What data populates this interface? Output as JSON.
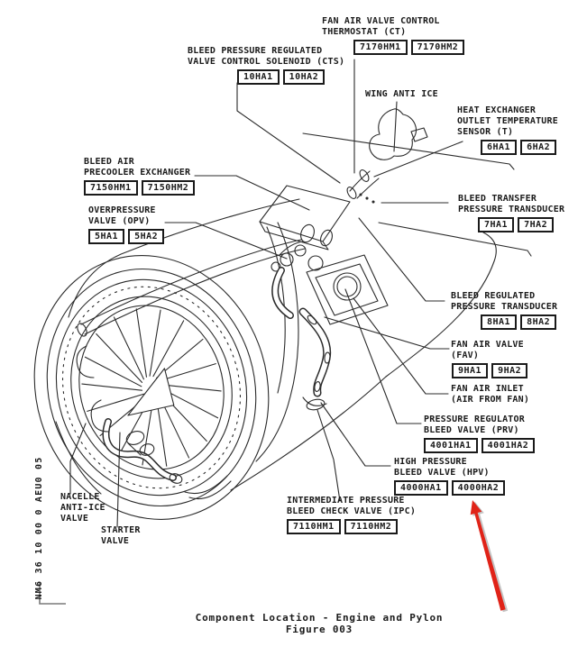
{
  "page": {
    "caption": [
      "Component Location - Engine and Pylon",
      "Figure 003"
    ],
    "side_code": "NM6 36 10 00 0 AEU0 05"
  },
  "labels": [
    {
      "name": "fan-air-valve-control-thermostat",
      "lines": [
        "FAN AIR VALVE CONTROL",
        "THERMOSTAT (CT)"
      ],
      "tags": [
        "7170HM1",
        "7170HM2"
      ]
    },
    {
      "name": "bleed-pressure-regulated-valve-control-solenoid",
      "lines": [
        "BLEED PRESSURE REGULATED",
        "VALVE CONTROL SOLENOID (CTS)"
      ],
      "tags": [
        "10HA1",
        "10HA2"
      ]
    },
    {
      "name": "wing-anti-ice",
      "lines": [
        "WING ANTI ICE"
      ]
    },
    {
      "name": "heat-exchanger-outlet-temperature-sensor",
      "lines": [
        "HEAT EXCHANGER",
        "OUTLET TEMPERATURE",
        "SENSOR (T)"
      ],
      "tags": [
        "6HA1",
        "6HA2"
      ]
    },
    {
      "name": "bleed-air-precooler-exchanger",
      "lines": [
        "BLEED AIR",
        "PRECOOLER EXCHANGER"
      ],
      "tags": [
        "7150HM1",
        "7150HM2"
      ]
    },
    {
      "name": "overpressure-valve",
      "lines": [
        "OVERPRESSURE",
        "VALVE (OPV)"
      ],
      "tags": [
        "5HA1",
        "5HA2"
      ]
    },
    {
      "name": "bleed-transfer-pressure-transducer",
      "lines": [
        "BLEED TRANSFER",
        "PRESSURE TRANSDUCER"
      ],
      "tags": [
        "7HA1",
        "7HA2"
      ]
    },
    {
      "name": "bleed-regulated-pressure-transducer",
      "lines": [
        "BLEED REGULATED",
        "PRESSURE TRANSDUCER"
      ],
      "tags": [
        "8HA1",
        "8HA2"
      ]
    },
    {
      "name": "fan-air-valve",
      "lines": [
        "FAN AIR VALVE",
        "(FAV)"
      ],
      "tags": [
        "9HA1",
        "9HA2"
      ]
    },
    {
      "name": "fan-air-inlet",
      "lines": [
        "FAN AIR INLET",
        "(AIR FROM FAN)"
      ]
    },
    {
      "name": "pressure-regulator-bleed-valve",
      "lines": [
        "PRESSURE REGULATOR",
        "BLEED VALVE (PRV)"
      ],
      "tags": [
        "4001HA1",
        "4001HA2"
      ]
    },
    {
      "name": "high-pressure-bleed-valve",
      "lines": [
        "HIGH PRESSURE",
        "BLEED VALVE (HPV)"
      ],
      "tags": [
        "4000HA1",
        "4000HA2"
      ]
    },
    {
      "name": "intermediate-pressure-bleed-check-valve",
      "lines": [
        "INTERMEDIATE PRESSURE",
        "BLEED CHECK VALVE (IPC)"
      ],
      "tags": [
        "7110HM1",
        "7110HM2"
      ]
    },
    {
      "name": "nacelle-anti-ice-valve",
      "lines": [
        "NACELLE",
        "ANTI-ICE",
        "VALVE"
      ]
    },
    {
      "name": "starter-valve",
      "lines": [
        "STARTER",
        "VALVE"
      ]
    }
  ],
  "annotation": {
    "arrow_target": "4000HA2",
    "arrow_color": "#e02318"
  },
  "colors": {
    "line": "#2b2b2b",
    "text": "#1a1a1a",
    "background": "#ffffff"
  }
}
